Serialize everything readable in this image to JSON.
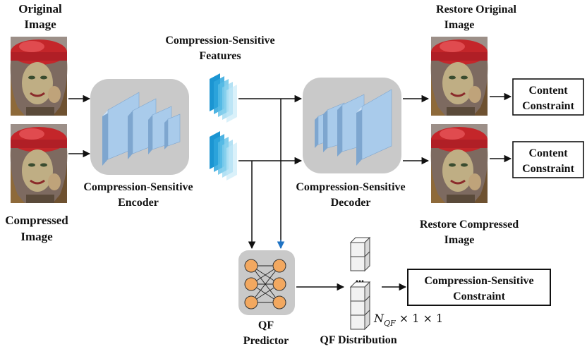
{
  "labels": {
    "original_image": [
      "Original",
      "Image"
    ],
    "compressed_image": [
      "Compressed",
      "Image"
    ],
    "features": [
      "Compression-Sensitive",
      "Features"
    ],
    "encoder": [
      "Compression-Sensitive",
      "Encoder"
    ],
    "decoder": [
      "Compression-Sensitive",
      "Decoder"
    ],
    "restore_original": [
      "Restore Original",
      "Image"
    ],
    "restore_compressed": [
      "Restore Compressed",
      "Image"
    ],
    "qf_predictor": [
      "QF",
      "Predictor"
    ],
    "qf_distribution": "QF Distribution",
    "dimension": {
      "n": "N",
      "sub": "QF",
      "rest": " × 1 × 1"
    },
    "dots": "..."
  },
  "boxes": {
    "content_constraint_1": [
      "Content",
      "Constraint"
    ],
    "content_constraint_2": [
      "Content",
      "Constraint"
    ],
    "cs_constraint": [
      "Compression-Sensitive",
      "Constraint"
    ]
  },
  "colors": {
    "module_gray": "#c9c9c9",
    "block_front": "#a9cbeb",
    "block_side": "#7ea6cf",
    "block_top": "#cfe3f6",
    "neuron": "#f2a860",
    "feature_cyan": "#36b2e3",
    "arrow_blue": "#1f73c4"
  }
}
